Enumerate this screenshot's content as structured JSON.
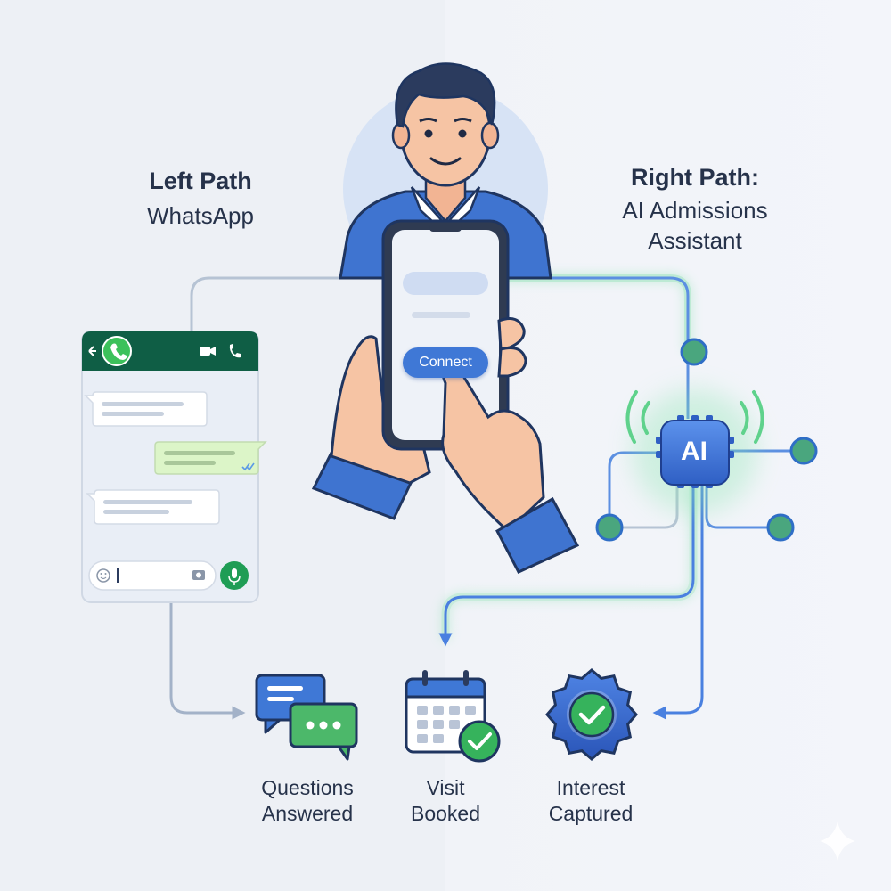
{
  "left_path": {
    "title": "Left Path",
    "subtitle": "WhatsApp"
  },
  "right_path": {
    "title": "Right Path:",
    "subtitle_line1": "AI Admissions",
    "subtitle_line2": "Assistant"
  },
  "phone": {
    "button_label": "Connect"
  },
  "ai_node": {
    "label": "AI"
  },
  "outcomes": [
    {
      "line1": "Questions",
      "line2": "Answered",
      "icon": "chat-bubbles-icon"
    },
    {
      "line1": "Visit",
      "line2": "Booked",
      "icon": "calendar-check-icon"
    },
    {
      "line1": "Interest",
      "line2": "Captured",
      "icon": "check-badge-icon"
    }
  ],
  "colors": {
    "whatsapp_green": "#0f5e45",
    "brand_blue": "#3f78d6",
    "ai_green": "#5fd28c",
    "node_teal": "#4aa67e",
    "text_dark": "#26324a"
  }
}
